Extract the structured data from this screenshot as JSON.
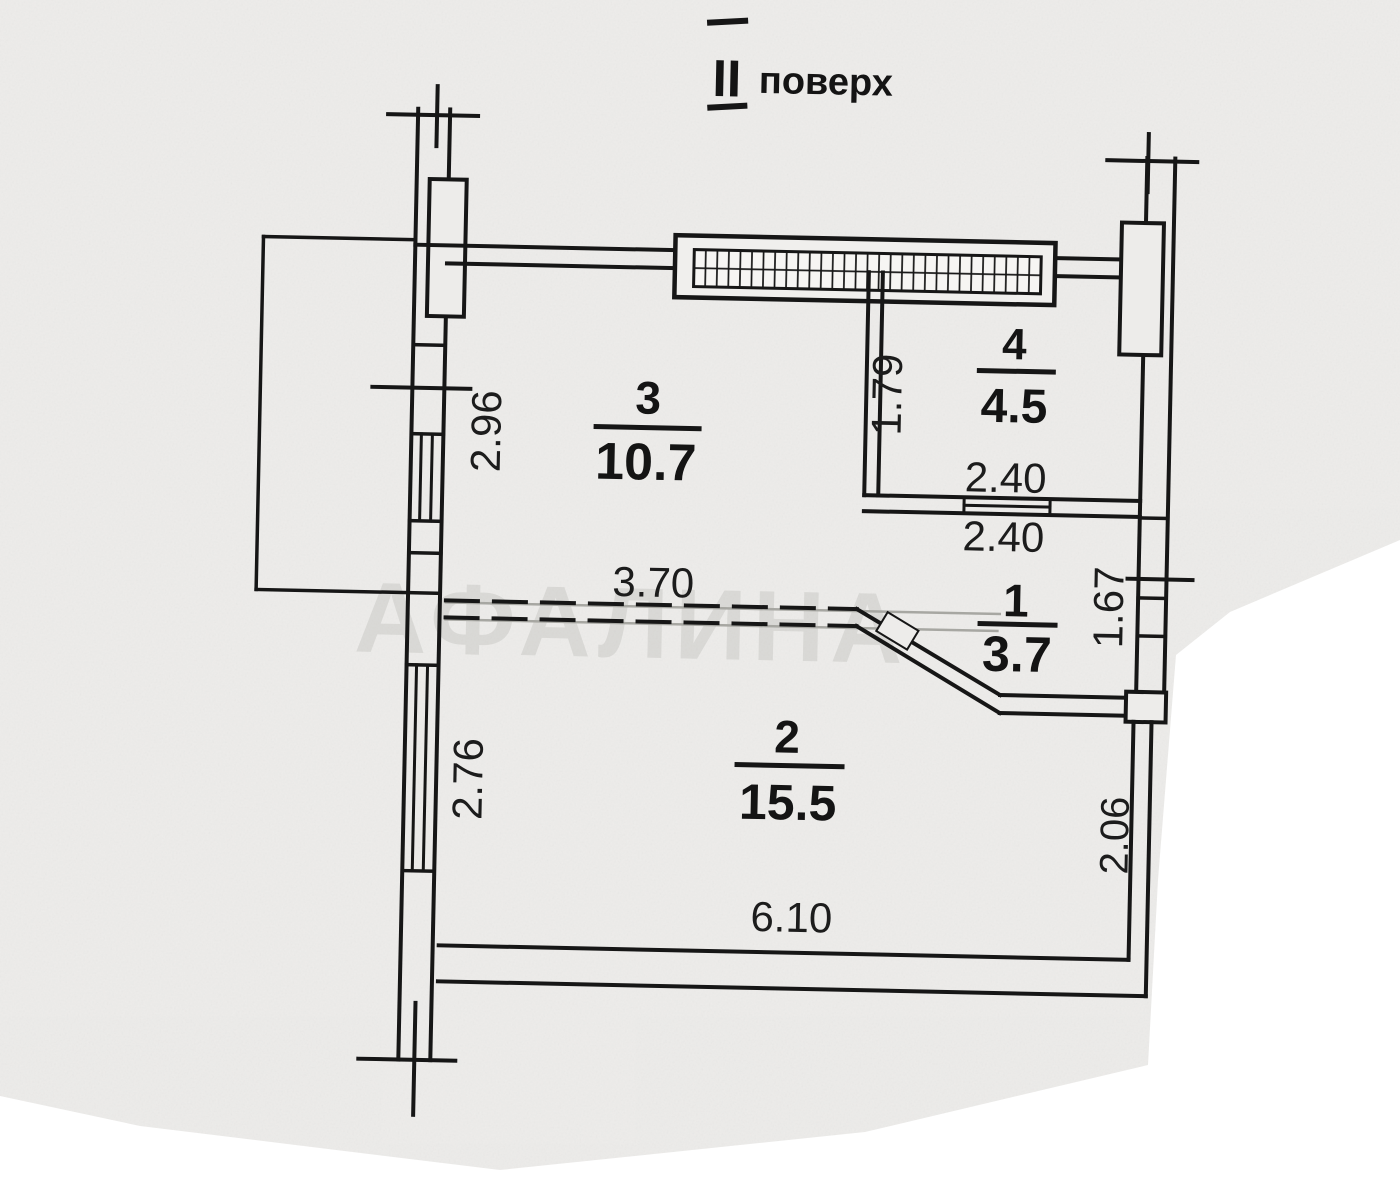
{
  "title": {
    "roman": "II",
    "word": "поверх"
  },
  "watermark": "АФАЛИНА",
  "rooms": {
    "room1": {
      "number": "1",
      "area": "3.7"
    },
    "room2": {
      "number": "2",
      "area": "15.5"
    },
    "room3": {
      "number": "3",
      "area": "10.7"
    },
    "room4": {
      "number": "4",
      "area": "4.5"
    }
  },
  "dimensions": {
    "room3_left_height": "2.96",
    "room3_width": "3.70",
    "room4_left_height": "1.79",
    "room4_width": "2.40",
    "room1_width": "2.40",
    "room1_right_height": "1.67",
    "room2_left_height": "2.76",
    "room2_right_height": "2.06",
    "room2_width": "6.10"
  },
  "colors": {
    "ink": "#161616",
    "paper": "#edecea",
    "watermark_gray": "#b0b0ab",
    "background": "#ffffff"
  }
}
